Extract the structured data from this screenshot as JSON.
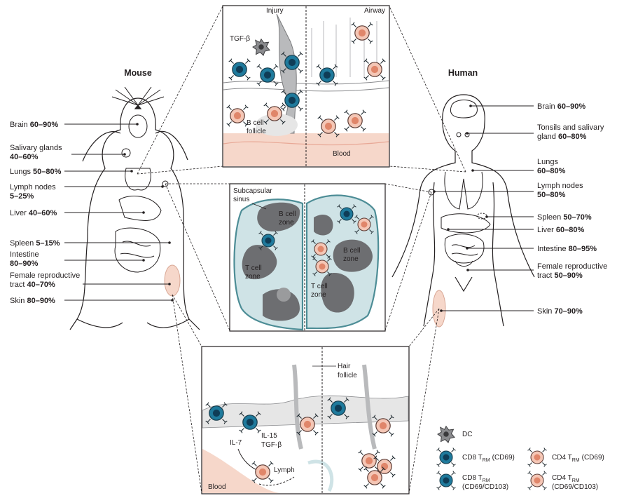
{
  "mouse": {
    "title": "Mouse",
    "organs": [
      {
        "name": "Brain",
        "range": "60–90%"
      },
      {
        "name": "Salivary glands",
        "range": "40–60%"
      },
      {
        "name": "Lungs",
        "range": "50–80%"
      },
      {
        "name": "Lymph nodes",
        "range": "5–25%"
      },
      {
        "name": "Liver",
        "range": "40–60%"
      },
      {
        "name": "Spleen",
        "range": "5–15%"
      },
      {
        "name": "Intestine",
        "range": "80–90%"
      },
      {
        "name": "Female reproductive tract",
        "line1": "Female reproductive",
        "line2": "tract",
        "range": "40–70%"
      },
      {
        "name": "Skin",
        "range": "80–90%"
      }
    ]
  },
  "human": {
    "title": "Human",
    "organs": [
      {
        "name": "Brain",
        "range": "60–90%"
      },
      {
        "name": "Tonsils and salivary gland",
        "line1": "Tonsils and salivary",
        "line2": "gland",
        "range": "60–80%"
      },
      {
        "name": "Lungs",
        "range": "60–80%"
      },
      {
        "name": "Lymph nodes",
        "range": "50–80%"
      },
      {
        "name": "Spleen",
        "range": "50–70%"
      },
      {
        "name": "Liver",
        "range": "60–80%"
      },
      {
        "name": "Intestine",
        "range": "80–95%"
      },
      {
        "name": "Female reproductive tract",
        "line1": "Female reproductive",
        "line2": "tract",
        "range": "50–90%"
      },
      {
        "name": "Skin",
        "range": "70–90%"
      }
    ]
  },
  "airway_panel": {
    "injury": "Injury",
    "airway": "Airway",
    "tgfb": "TGF-β",
    "bcell_follicle_1": "B cell",
    "bcell_follicle_2": "follicle",
    "blood": "Blood"
  },
  "lymph_panel": {
    "subcapsular_1": "Subcapsular",
    "subcapsular_2": "sinus",
    "bcell_zone_1": "B cell",
    "bcell_zone_2": "zone",
    "tcell_zone_1": "T cell",
    "tcell_zone_2": "zone"
  },
  "skin_panel": {
    "hair_1": "Hair",
    "hair_2": "follicle",
    "il7": "IL-7",
    "il15": "IL-15",
    "tgfb": "TGF-β",
    "lymph": "Lymph",
    "blood": "Blood"
  },
  "legend": {
    "dc": "DC",
    "cd8_label": "CD8 T",
    "rm_sub": "RM",
    "cd69": "(CD69)",
    "cd4_label": "CD4 T",
    "cd69_cd103": "(CD69/CD103)"
  },
  "colors": {
    "cd8": "#1f7a9c",
    "cd4": "#e0866a",
    "dc": "#6d6e71",
    "tissue": "#cfe3e6",
    "skin_pink": "#f6d7ca"
  }
}
